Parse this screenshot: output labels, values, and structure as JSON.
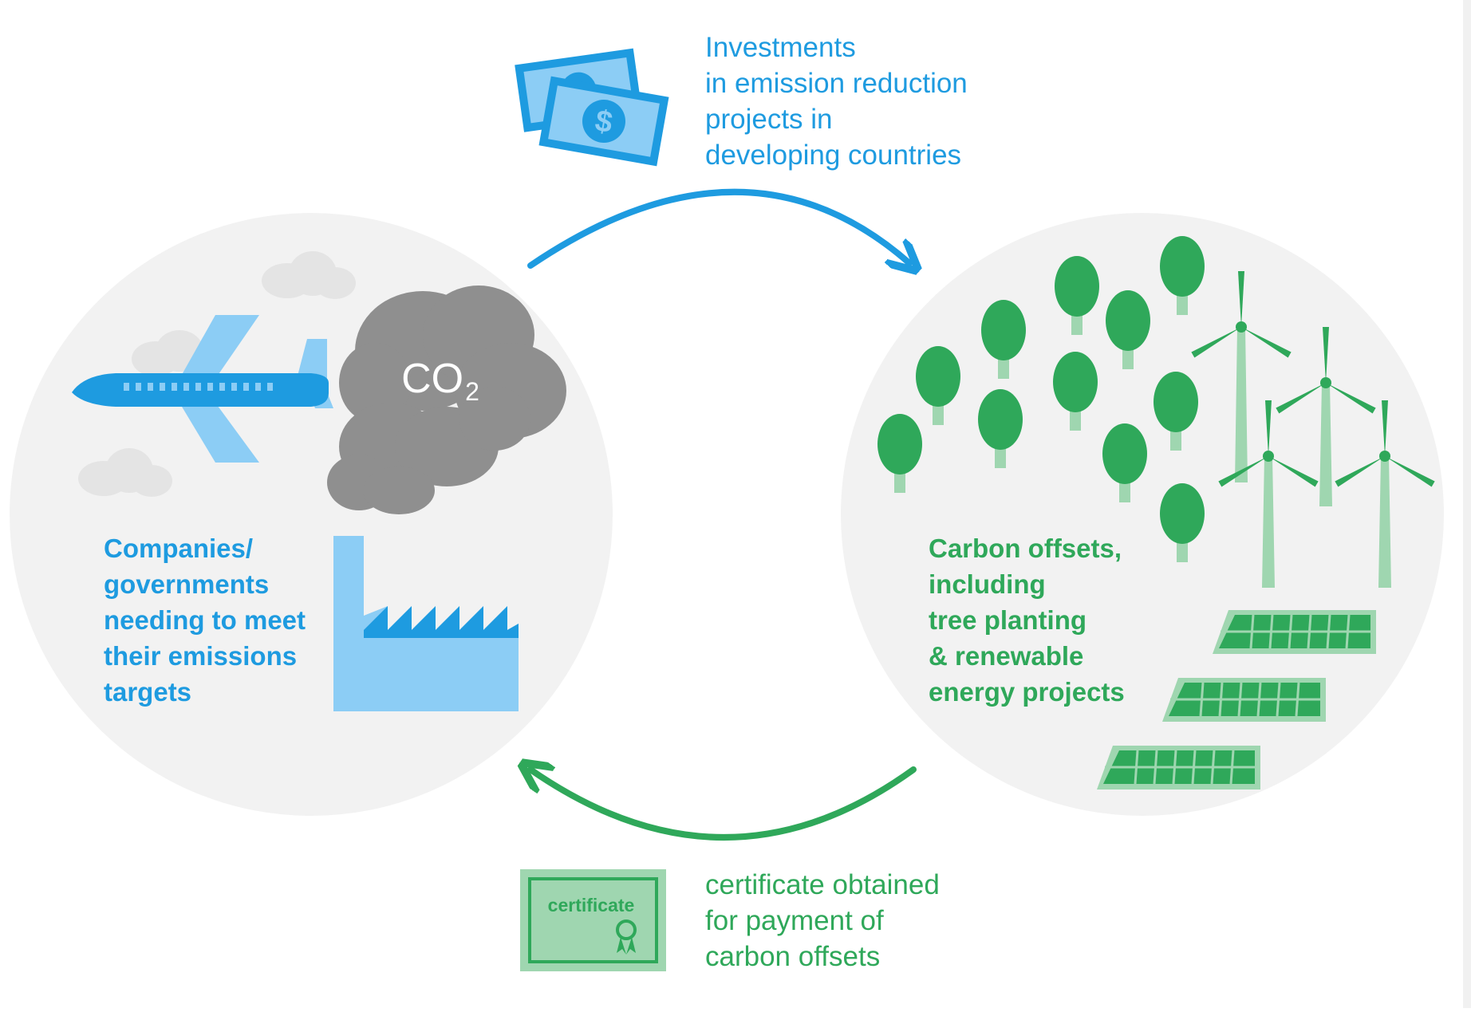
{
  "top_flow": {
    "lines": [
      "Investments",
      "in emission reduction",
      "projects in",
      "developing countries"
    ],
    "icon": "money-icon"
  },
  "bottom_flow": {
    "lines": [
      "certificate obtained",
      "for payment of",
      "carbon offsets"
    ],
    "icon": "certificate-icon",
    "certificate_text": "certificate"
  },
  "left_node": {
    "lines": [
      "Companies/",
      "governments",
      "needing to meet",
      "their emissions",
      "targets"
    ],
    "co2_text": "CO",
    "co2_subscript": "2",
    "icons": [
      "cloud-icon",
      "airplane-icon",
      "co2-smoke-icon",
      "factory-icon"
    ]
  },
  "right_node": {
    "lines": [
      "Carbon offsets,",
      "including",
      "tree planting",
      "& renewable",
      "energy projects"
    ],
    "icons": [
      "tree-icon",
      "wind-turbine-icon",
      "solar-panel-icon"
    ]
  },
  "colors": {
    "blue": "#1e9be0",
    "light_blue": "#8ccdf5",
    "green": "#2fa85a",
    "light_green": "#9fd6b0",
    "grey_smoke": "#8f8f8f",
    "circle_bg": "#f2f2f2"
  }
}
